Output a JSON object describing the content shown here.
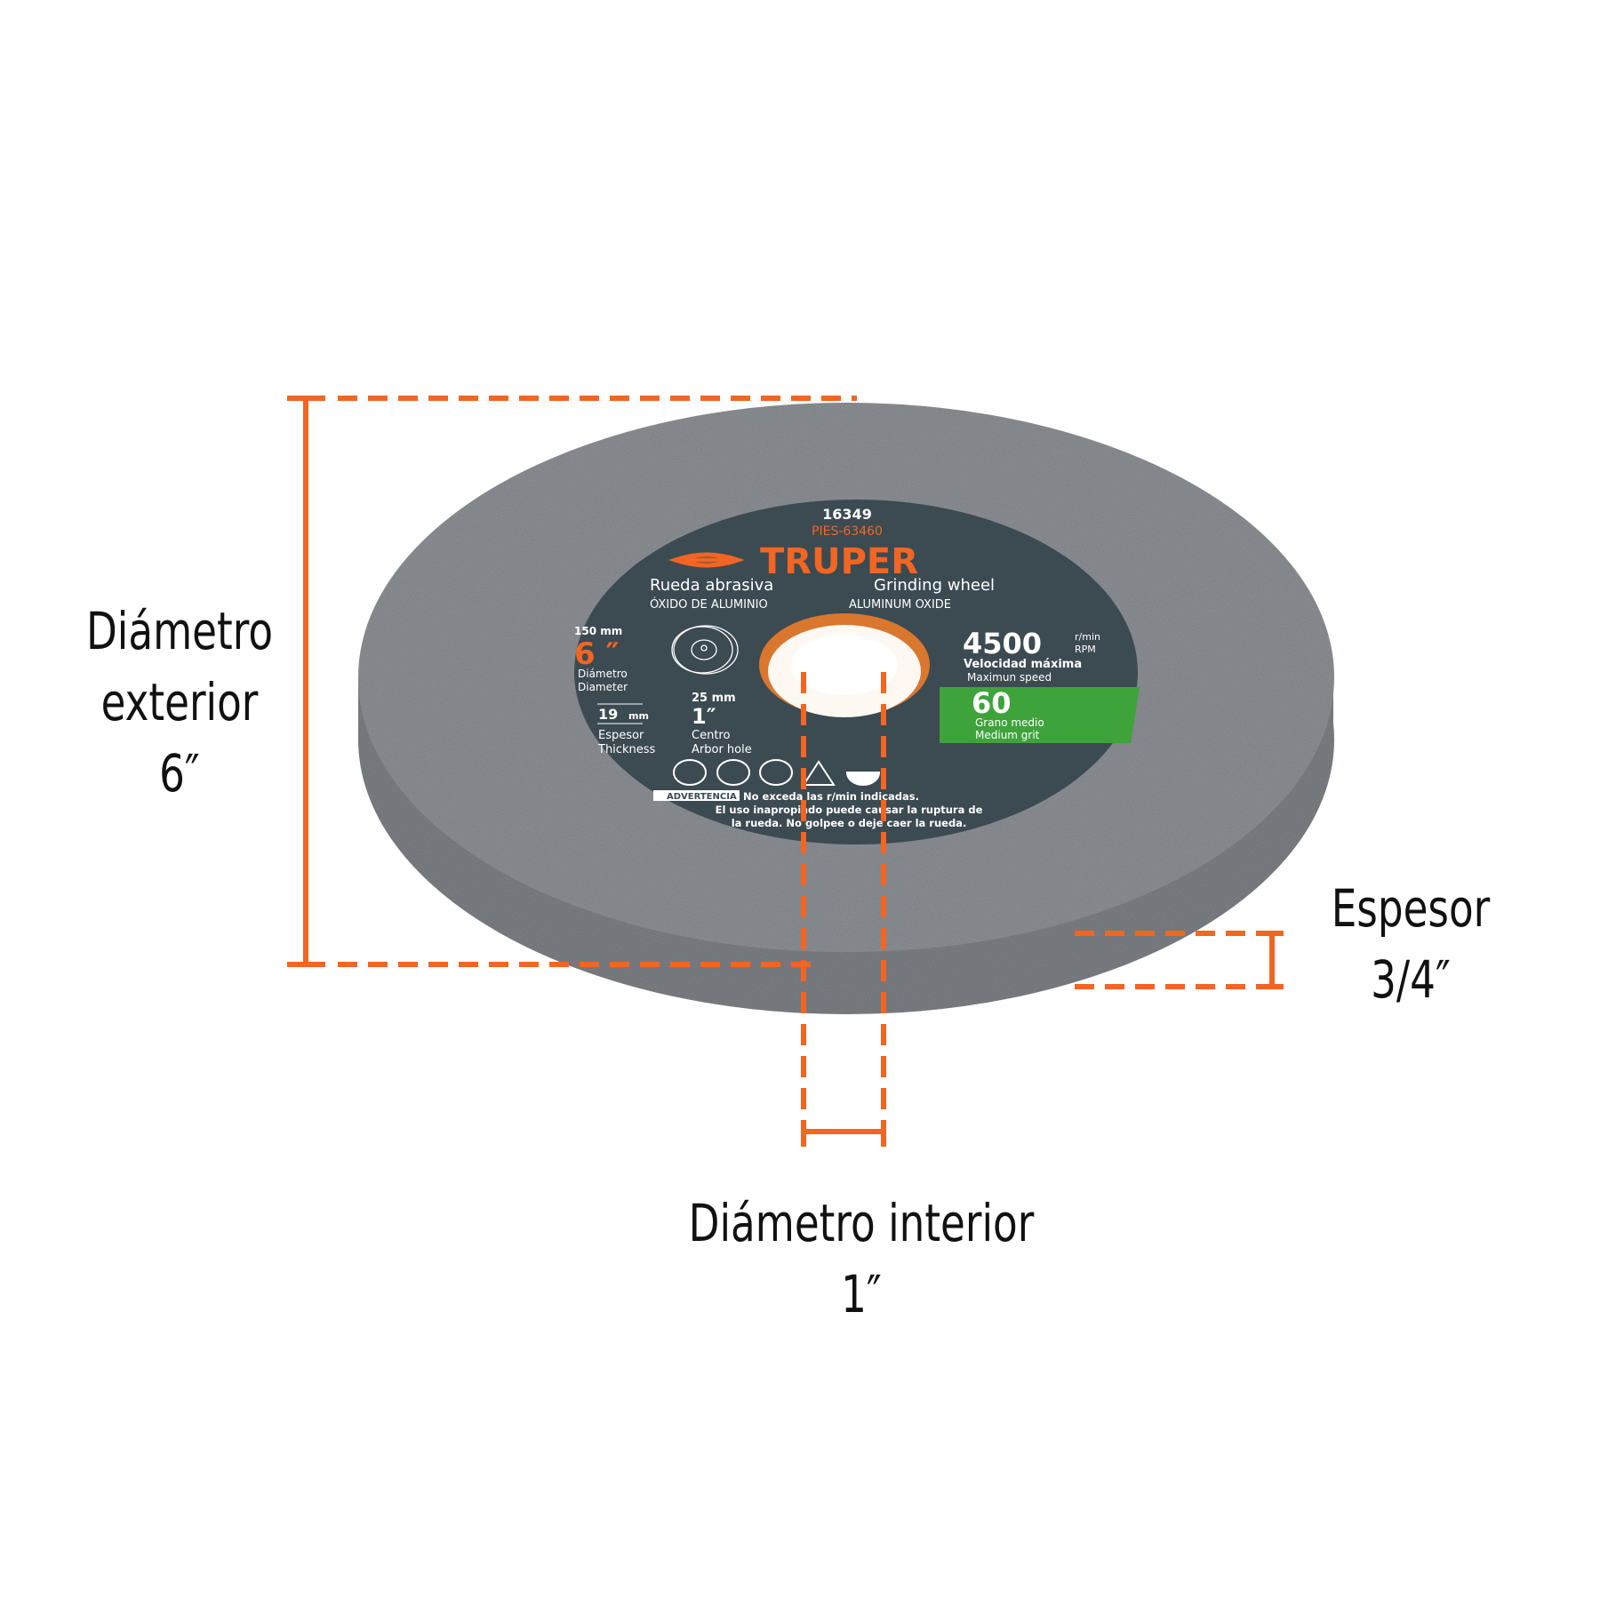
{
  "captions": {
    "outer_diameter": {
      "line1": "Diámetro",
      "line2": "exterior",
      "value": "6″"
    },
    "thickness": {
      "line1": "Espesor",
      "value": "3/4″"
    },
    "inner_diameter": {
      "line1": "Diámetro interior",
      "value": "1″"
    }
  },
  "label": {
    "code": "16349",
    "sku": "PIES-63460",
    "brand": "TRUPER",
    "title_es": "Rueda abrasiva",
    "title_en": "Grinding wheel",
    "material_es": "ÓXIDO DE ALUMINIO",
    "material_en": "ALUMINUM OXIDE",
    "diameter_mm": "150 mm",
    "diameter_in": "6 ″",
    "diameter_es": "Diámetro",
    "diameter_en": "Diameter",
    "thickness_mm": "19",
    "thickness_unit": "mm",
    "thickness_es": "Espesor",
    "thickness_en": "Thickness",
    "arbor_mm": "25 mm",
    "arbor_in": "1″",
    "arbor_es": "Centro",
    "arbor_en": "Arbor hole",
    "speed": "4500",
    "speed_unit1": "r/min",
    "speed_unit2": "RPM",
    "speed_es": "Velocidad máxima",
    "speed_en": "Maximun speed",
    "grit": "60",
    "grit_es": "Grano medio",
    "grit_en": "Medium grit",
    "warning_tag": "ADVERTENCIA",
    "warning_1": "No exceda las r/min indicadas.",
    "warning_2": "El uso inapropiado puede causar la ruptura de",
    "warning_3": "la rueda. No golpee o deje caer la rueda.",
    "icons": [
      "gloves-icon",
      "goggles-earmuffs-icon",
      "face-mask-icon",
      "warning-triangle-icon",
      "guard-icon"
    ]
  },
  "colors": {
    "accent": "#f26522",
    "label_bg": "#3c4a52",
    "grit_green": "#3fa33b",
    "stone": "#8a8d92"
  }
}
